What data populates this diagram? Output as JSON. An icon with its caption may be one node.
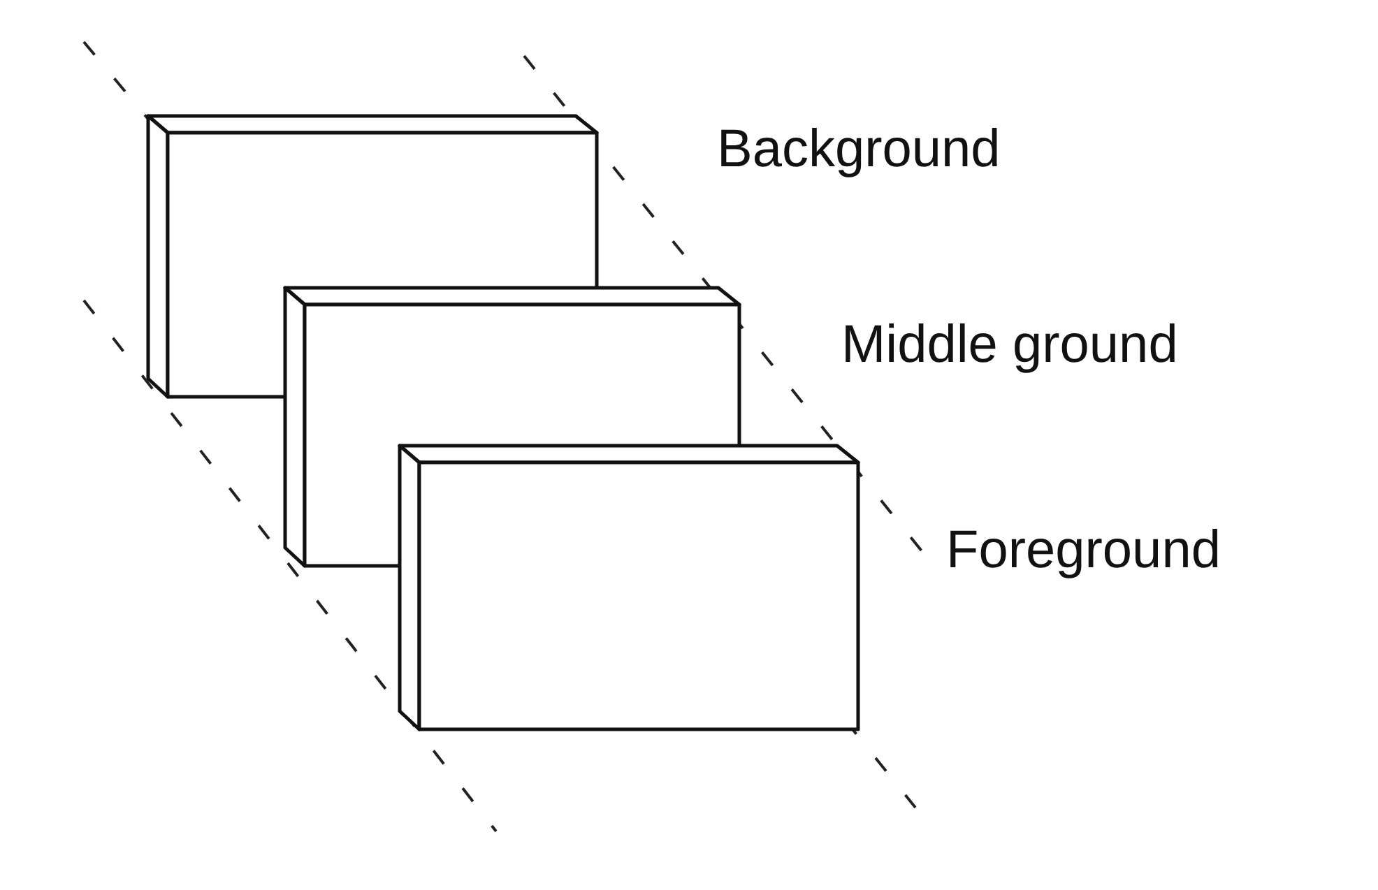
{
  "diagram": {
    "nodes": [
      {
        "text": [],
        "shape": "box",
        "beside": [
          "Background"
        ]
      },
      {
        "text": [],
        "shape": "box",
        "beside": [
          "Middle ground"
        ]
      },
      {
        "text": [],
        "shape": "box",
        "beside": [
          "Foreground"
        ]
      }
    ]
  }
}
